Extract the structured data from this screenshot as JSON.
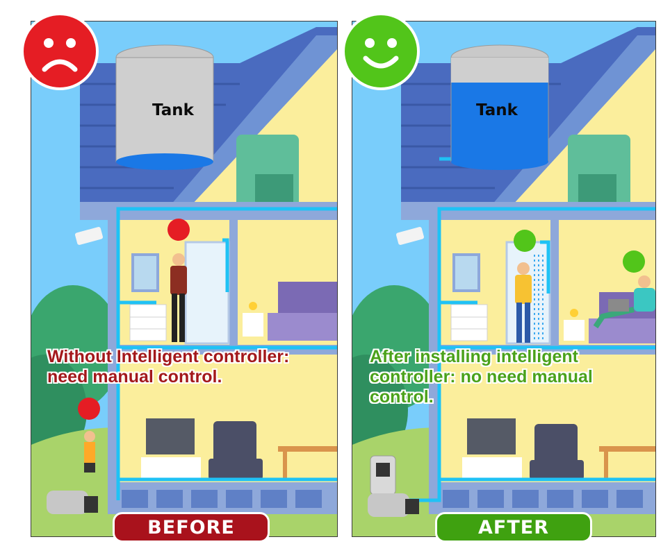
{
  "before": {
    "tank_label": "Tank",
    "caption_line1": "Without Intelligent controller:",
    "caption_line2": "need manual control.",
    "badge_label": "BEFORE",
    "mood": "sad",
    "accent_color": "#e51d24"
  },
  "after": {
    "tank_label": "Tank",
    "caption_line1": "After installing intelligent",
    "caption_line2": "controller: no need manual",
    "caption_line3": "control.",
    "badge_label": "AFTER",
    "mood": "happy",
    "accent_color": "#52c51a"
  },
  "icons": {
    "sad": "sad-face-icon",
    "happy": "happy-face-icon"
  }
}
